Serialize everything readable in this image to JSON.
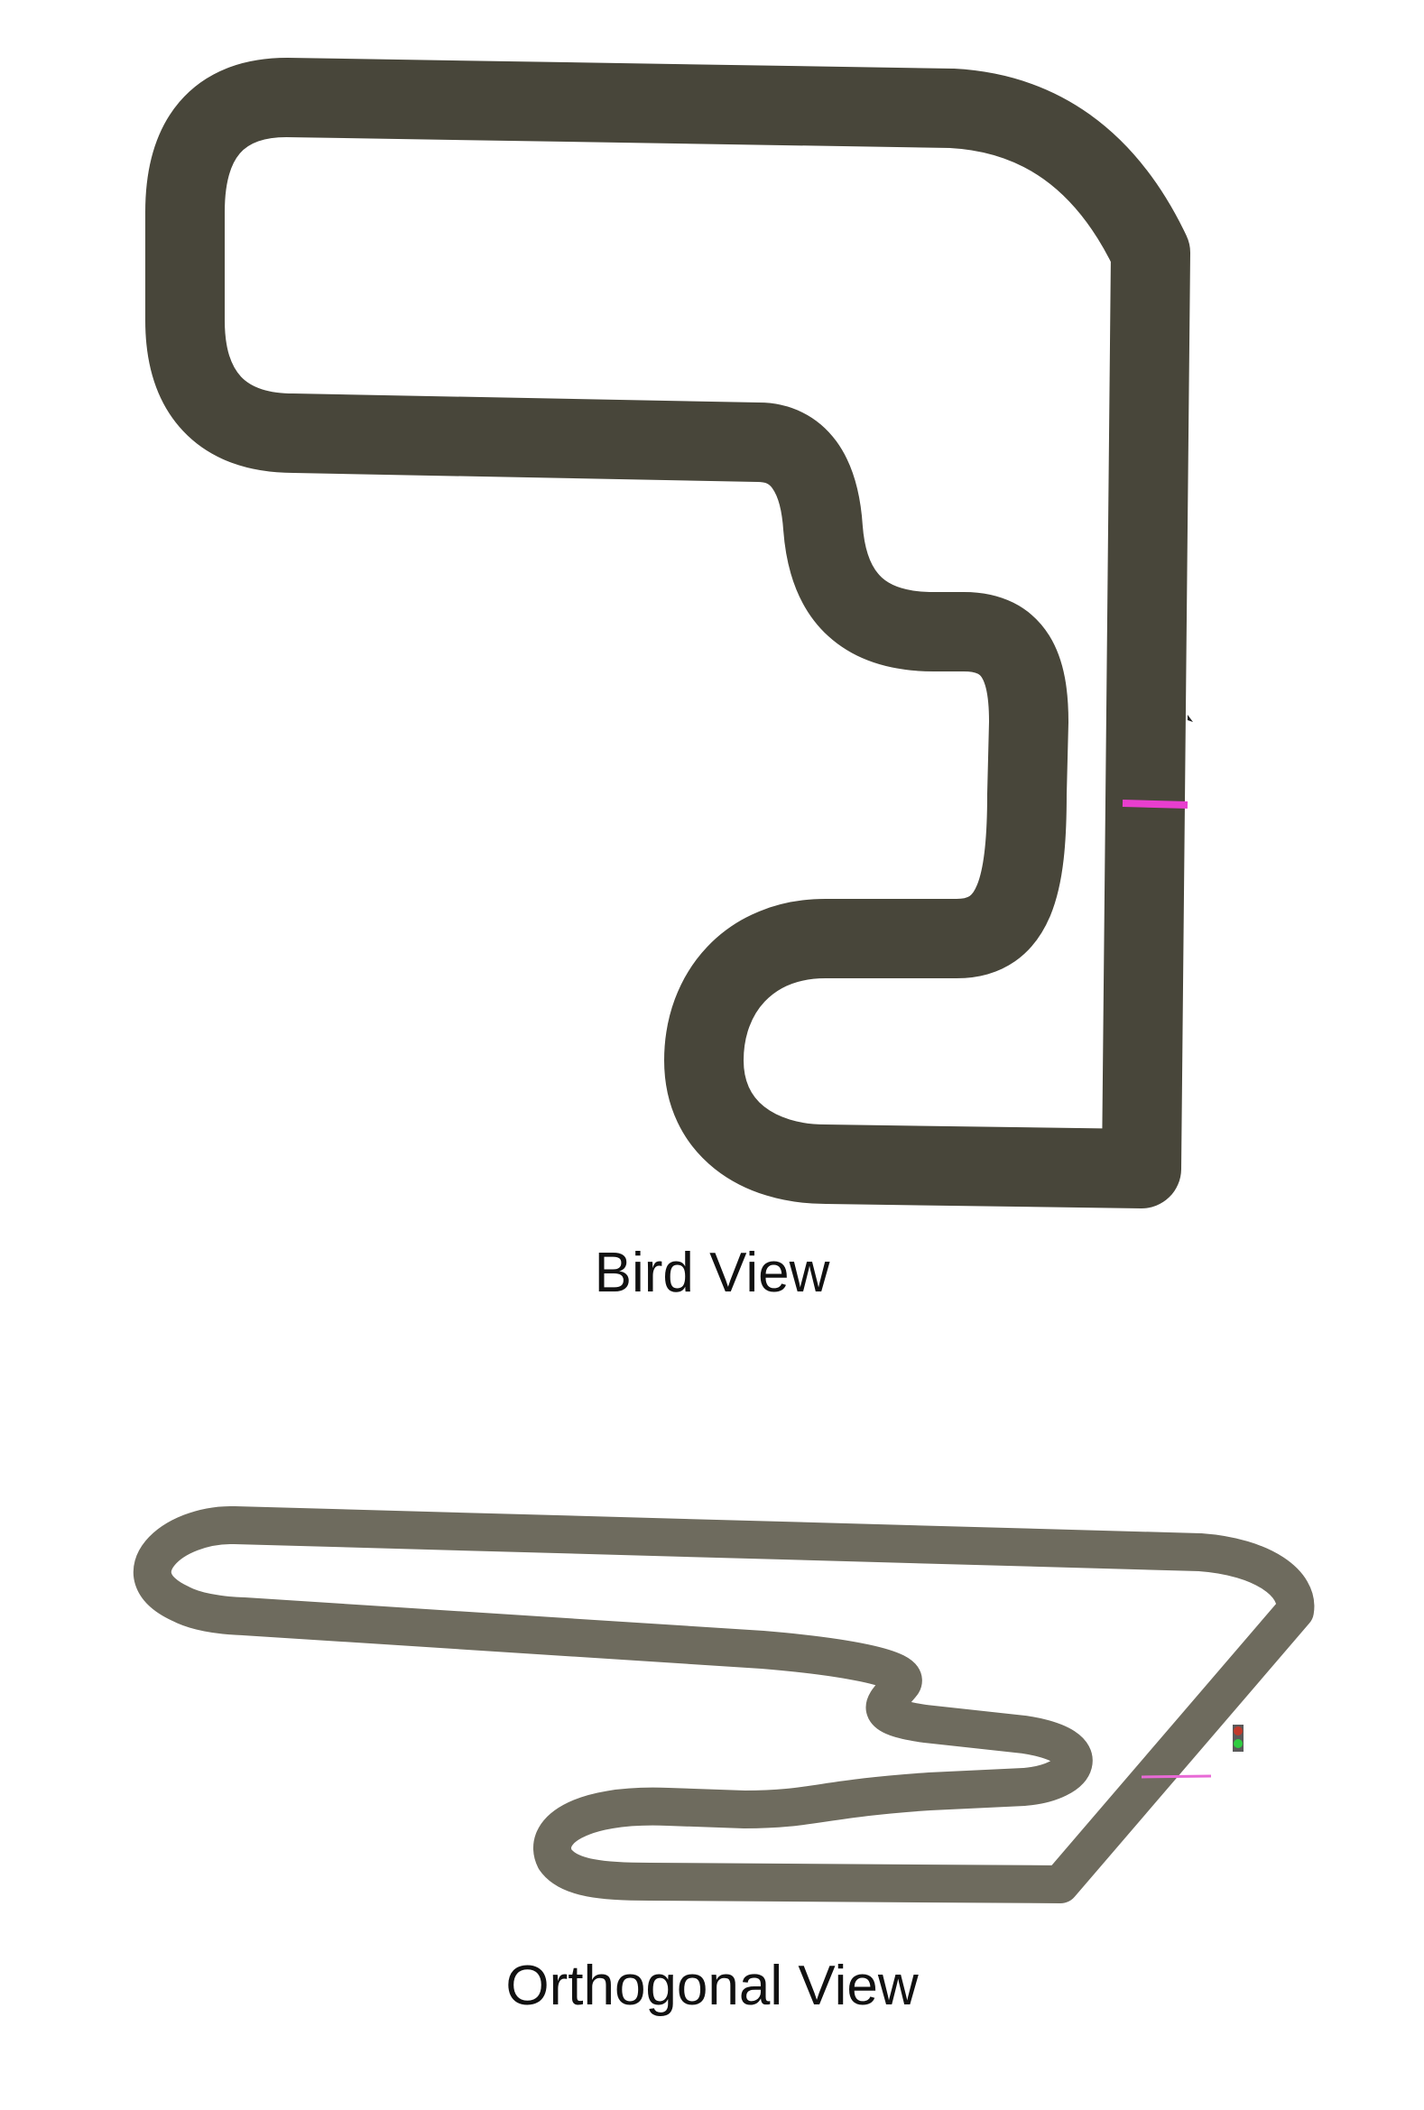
{
  "panels": [
    {
      "id": "bird",
      "caption": "Bird View",
      "track_color": "#48463a",
      "marker_color": "#e83ecf"
    },
    {
      "id": "orthogonal",
      "caption": "Orthogonal View",
      "track_color": "#6e6b5e",
      "marker_color": "#e86ad6",
      "signal_colors": [
        "#c0392b",
        "#2ecc40"
      ]
    }
  ]
}
